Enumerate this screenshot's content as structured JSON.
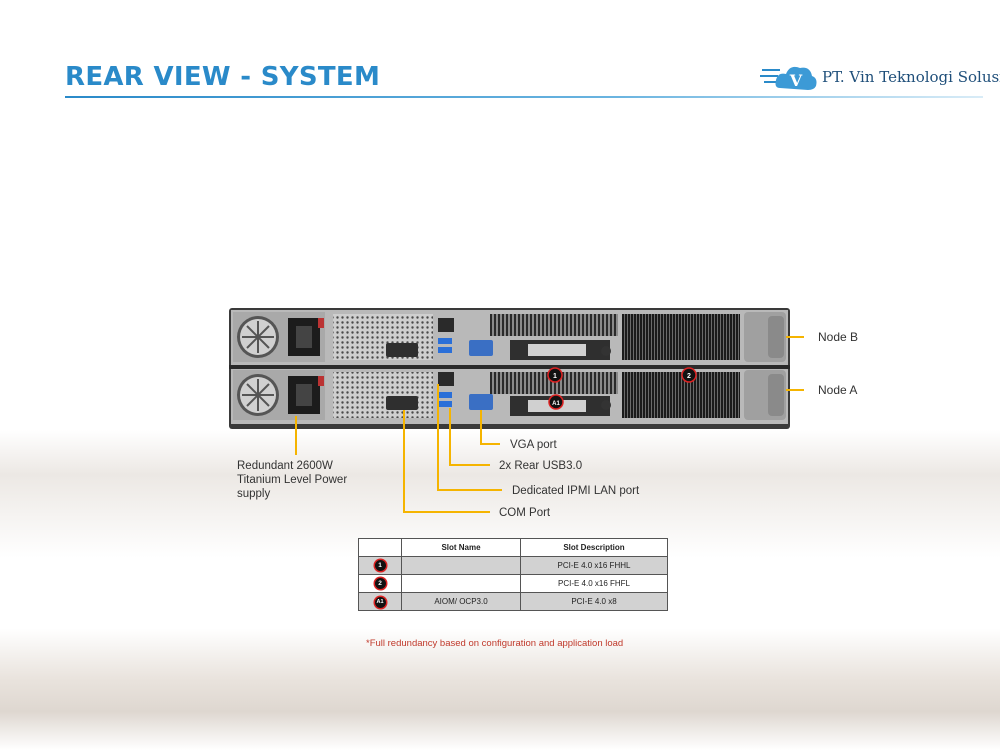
{
  "page": {
    "title": "REAR VIEW - SYSTEM"
  },
  "logo": {
    "mark_letter": "V",
    "company": "PT. Vin Teknologi Solusi"
  },
  "nodes": {
    "top": "Node B",
    "bottom": "Node A"
  },
  "slot_badges": {
    "b1": "1",
    "b2": "2",
    "a1": "A1"
  },
  "callouts": {
    "vga": "VGA port",
    "usb": "2x Rear USB3.0",
    "ipmi": "Dedicated IPMI  LAN port",
    "com": "COM Port",
    "psu_line1": "Redundant  2600W",
    "psu_line2": "Titanium  Level  Power",
    "psu_line3": "supply"
  },
  "slot_table": {
    "headers": [
      "",
      "Slot Name",
      "Slot Description"
    ],
    "rows": [
      {
        "badge": "1",
        "name": "",
        "desc": "PCI-E 4.0 x16 FHHL"
      },
      {
        "badge": "2",
        "name": "",
        "desc": "PCI-E 4.0 x16 FHFL"
      },
      {
        "badge": "A1",
        "name": "AIOM/ OCP3.0",
        "desc": "PCI-E 4.0 x8"
      }
    ]
  },
  "footnote": "*Full redundancy based on configuration and application load",
  "colors": {
    "title": "#2a8ac9",
    "callout": "#f5b400",
    "badge_ring": "#dd2222",
    "chassis": "#3a3a3a"
  }
}
